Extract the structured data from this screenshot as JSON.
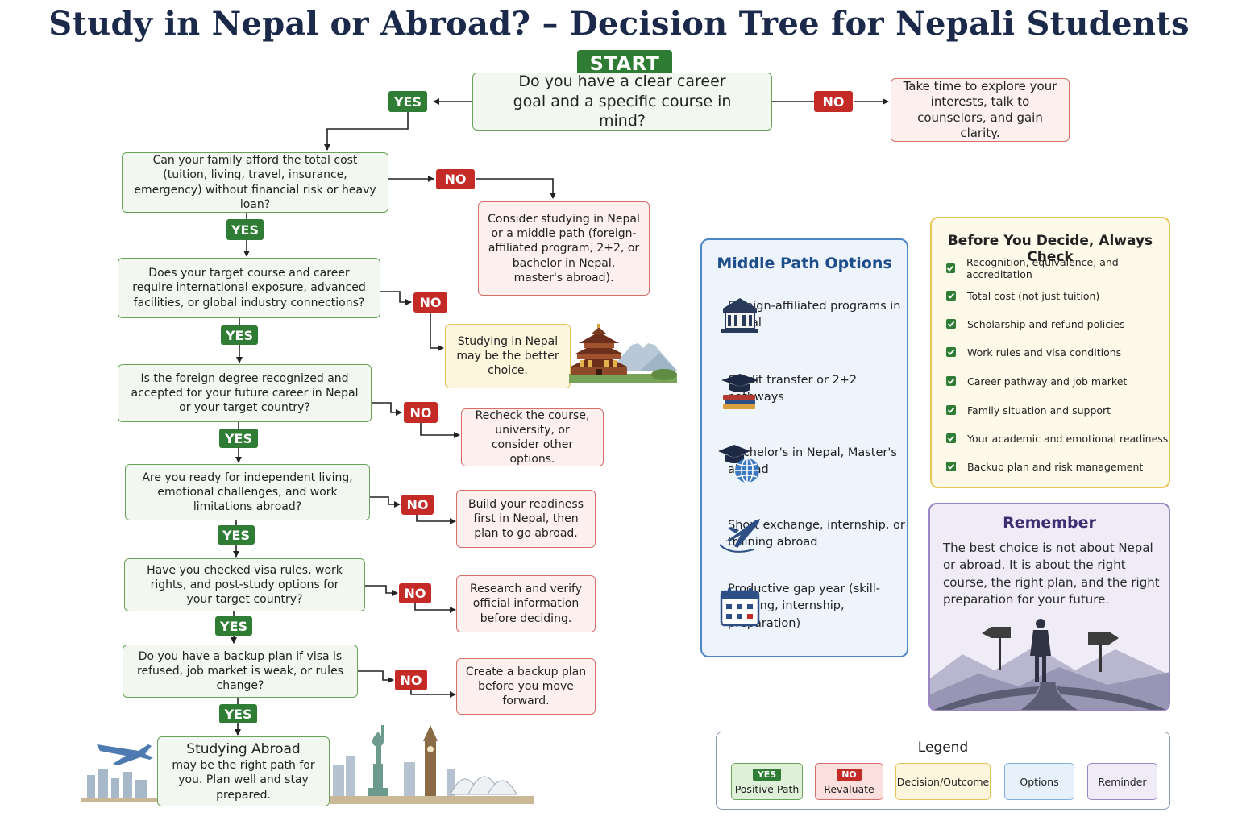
{
  "title": "Study in Nepal or Abroad? – Decision Tree for Nepali Students",
  "start_label": "START",
  "yes_label": "YES",
  "no_label": "NO",
  "q1": "Do you have a clear career goal and a specific course in mind?",
  "q1_no": "Take time to explore your interests, talk to counselors, and gain clarity.",
  "q2": "Can your family afford the total cost (tuition, living, travel, insurance, emergency) without financial risk or heavy loan?",
  "q2_no": "Consider studying in Nepal or a middle path (foreign-affiliated program, 2+2, or bachelor in Nepal, master's abroad).",
  "q3": "Does your target course and career require international exposure, advanced facilities, or global industry connections?",
  "q3_no": "Studying in Nepal may be the better choice.",
  "q4": "Is the foreign degree recognized and accepted for your future career in Nepal or your target country?",
  "q4_no": "Recheck the course, university, or consider other options.",
  "q5": "Are you ready for independent living, emotional challenges, and work limitations abroad?",
  "q5_no": "Build your readiness first in Nepal, then plan to go abroad.",
  "q6": "Have you checked visa rules, work rights, and post-study options for your target country?",
  "q6_no": "Research and verify official information before deciding.",
  "q7": "Do you have a backup plan if visa is refused, job market is weak, or rules change?",
  "q7_no": "Create a backup plan before you move forward.",
  "final_title": "Studying Abroad",
  "final_text": "may be the right path for you. Plan well and stay prepared.",
  "middle": {
    "title": "Middle Path Options",
    "options": [
      {
        "label": "Foreign-affiliated programs in Nepal",
        "icon": "university-building-icon"
      },
      {
        "label": "Credit transfer or 2+2 pathways",
        "icon": "graduation-cap-books-icon"
      },
      {
        "label": "Bachelor's in Nepal, Master's abroad",
        "icon": "graduation-cap-globe-icon"
      },
      {
        "label": "Short exchange, internship, or training abroad",
        "icon": "airplane-icon"
      },
      {
        "label": "Productive gap year (skill-building, internship, preparation)",
        "icon": "calendar-icon"
      }
    ]
  },
  "checklist": {
    "title": "Before You Decide, Always Check",
    "items": [
      "Recognition, equivalence, and accreditation",
      "Total cost (not just tuition)",
      "Scholarship and refund policies",
      "Work rules and visa conditions",
      "Career pathway and job market",
      "Family situation and support",
      "Your academic and emotional readiness",
      "Backup plan and risk management"
    ]
  },
  "remember": {
    "title": "Remember",
    "text": "The best choice is not about Nepal or abroad. It is about the right course, the right plan, and the right preparation for your future."
  },
  "legend": {
    "title": "Legend",
    "positive": "Positive Path",
    "revaluate": "Revaluate",
    "decision": "Decision/Outcome",
    "options": "Options",
    "reminder": "Reminder"
  },
  "colors": {
    "yes": "#2f7d34",
    "no": "#c42a26",
    "question_bg": "#f2f8ef",
    "no_bg": "#fdf0ef",
    "decision_bg": "#fdf6dd",
    "options_bg": "#eef4fb",
    "reminder_bg": "#efebf7"
  }
}
